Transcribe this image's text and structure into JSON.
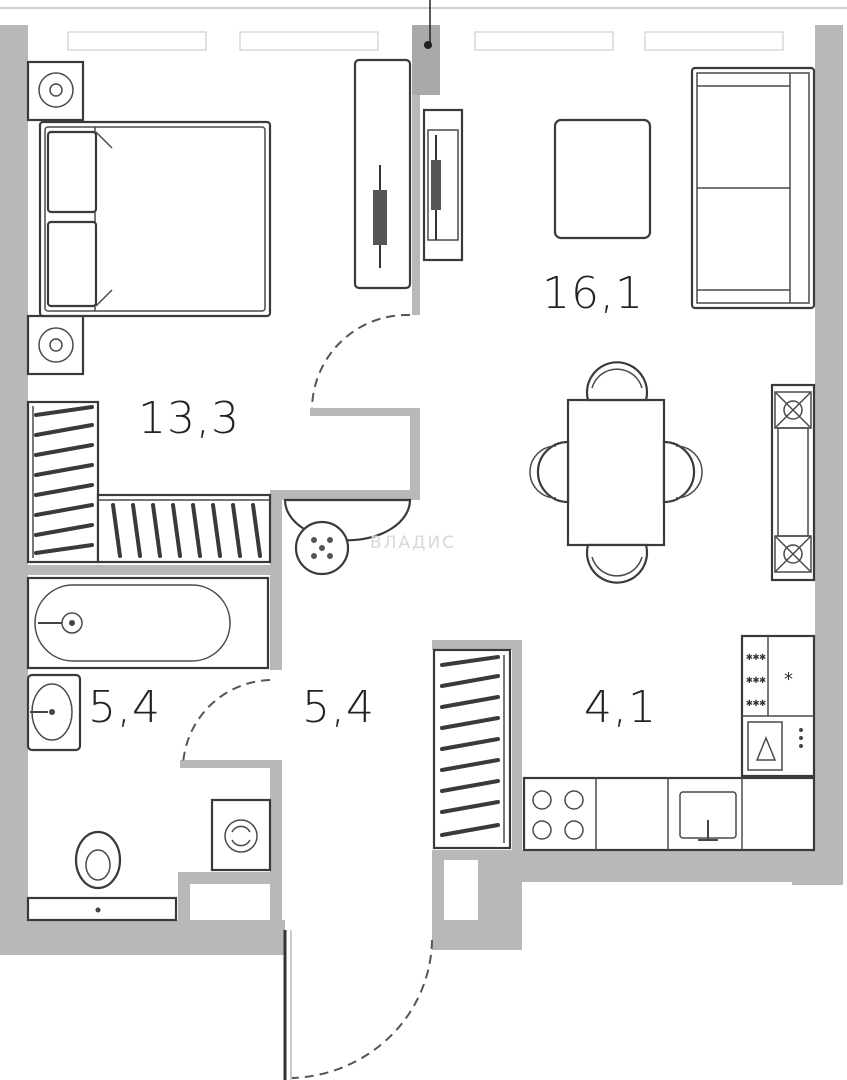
{
  "rooms": [
    {
      "id": "bedroom",
      "area": "13,3"
    },
    {
      "id": "living",
      "area": "16,1"
    },
    {
      "id": "bathroom",
      "area": "5,4"
    },
    {
      "id": "hall",
      "area": "5,4"
    },
    {
      "id": "kitchen",
      "area": "4,1"
    }
  ],
  "watermark": "ВЛАДИС"
}
